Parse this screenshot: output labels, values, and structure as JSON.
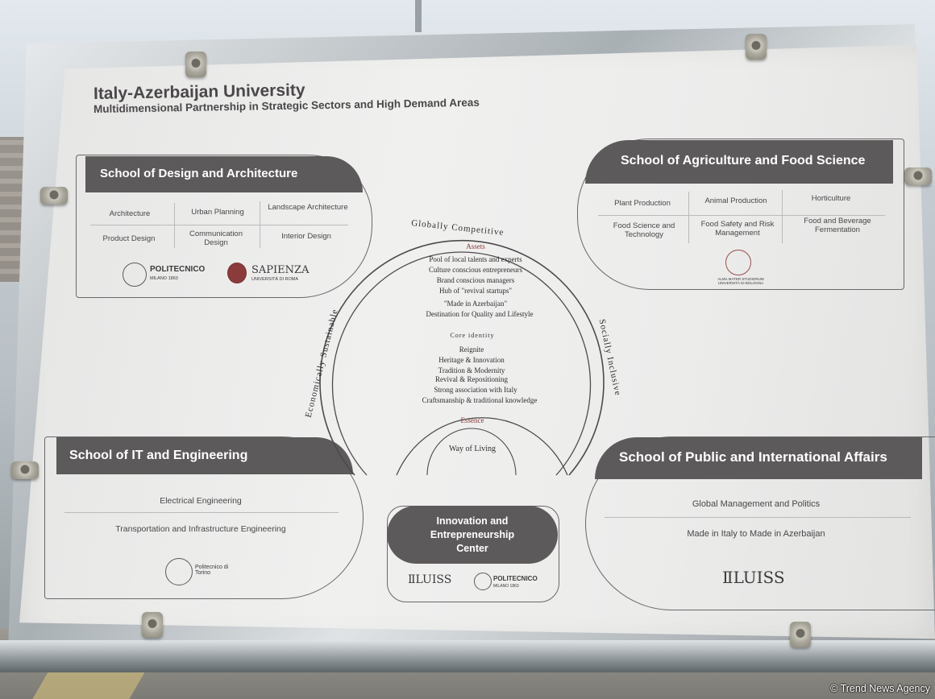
{
  "board": {
    "title": "Italy-Azerbaijan University",
    "subtitle": "Multidimensional Partnership in Strategic Sectors and High Demand Areas"
  },
  "design": {
    "name": "School of Design and Architecture",
    "programs": [
      "Architecture",
      "Urban Planning",
      "Landscape Architecture",
      "Product Design",
      "Communication Design",
      "Interior Design"
    ],
    "logo1": "POLITECNICO",
    "logo1_sub": "MILANO 1863",
    "logo2": "SAPIENZA",
    "logo2_sub": "UNIVERSITÀ DI ROMA"
  },
  "agri": {
    "name": "School of Agriculture and Food Science",
    "programs": [
      "Plant Production",
      "Animal Production",
      "Horticulture",
      "Food Science and Technology",
      "Food Safety and Risk Management",
      "Food and Beverage Fermentation"
    ],
    "logo_sub": "ALMA MATER STUDIORUM UNIVERSITÀ DI BOLOGNA"
  },
  "it": {
    "name": "School of IT and Engineering",
    "programs": [
      "Electrical Engineering",
      "Transportation and Infrastructure Engineering"
    ],
    "logo": "Politecnico di Torino"
  },
  "public": {
    "name": "School of Public and International Affairs",
    "programs": [
      "Global Management and Politics",
      "Made in Italy to Made in Azerbaijan"
    ],
    "logo": "LUISS"
  },
  "center": {
    "name": "Innovation and Entrepreneurship Center",
    "logo1": "LUISS",
    "logo2": "POLITECNICO",
    "logo2_sub": "MILANO 1863"
  },
  "diagram": {
    "arc_top": "Globally  Competitive",
    "arc_left": "Economically  Sustainable",
    "arc_right": "Socially  Inclusive",
    "assets_title": "Assets",
    "assets": [
      "Pool of local talents and experts",
      "Culture conscious entrepreneurs",
      "Brand conscious managers",
      "Hub of \"revival startups\"",
      "\"Made in Azerbaijan\"",
      "Destination for Quality and Lifestyle"
    ],
    "core_title": "Core identity",
    "core": [
      "Reignite",
      "Heritage & Innovation",
      "Tradition & Modernity",
      "Revival & Repositioning",
      "Strong association with Italy",
      "Craftsmanship & traditional knowledge"
    ],
    "essence_title": "Essence",
    "essence": "Way of Living"
  },
  "watermark": "© Trend News Agency"
}
